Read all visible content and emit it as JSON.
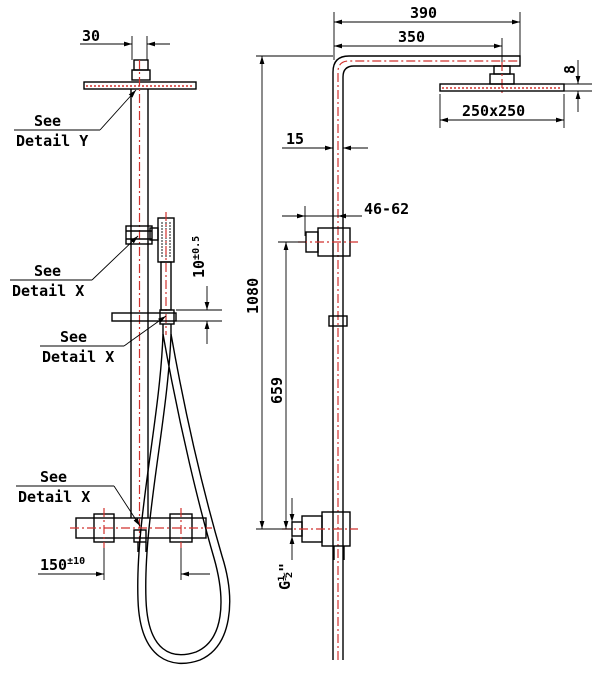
{
  "left_view": {
    "dim_top": "30",
    "detail_y": {
      "see": "See",
      "detail": "Detail Y"
    },
    "detail_x_upper": {
      "see": "See",
      "detail": "Detail X"
    },
    "detail_x_middle": {
      "see": "See",
      "detail": "Detail X"
    },
    "detail_x_lower": {
      "see": "See",
      "detail": "Detail X"
    },
    "dim_holder_main": "10",
    "dim_holder_tol": "±0.5",
    "dim_width_main": "150",
    "dim_width_tol": "±10"
  },
  "right_view": {
    "dim_arm_outer": "390",
    "dim_arm_inner": "350",
    "dim_head_thickness": "8",
    "dim_head_size": "250x250",
    "dim_tube": "15",
    "dim_holder_range": "46-62",
    "dim_height": "1080",
    "dim_holder_height": "659",
    "dim_thread": "G½\""
  },
  "colors": {
    "line": "#000000",
    "centerline": "#d0312d"
  }
}
